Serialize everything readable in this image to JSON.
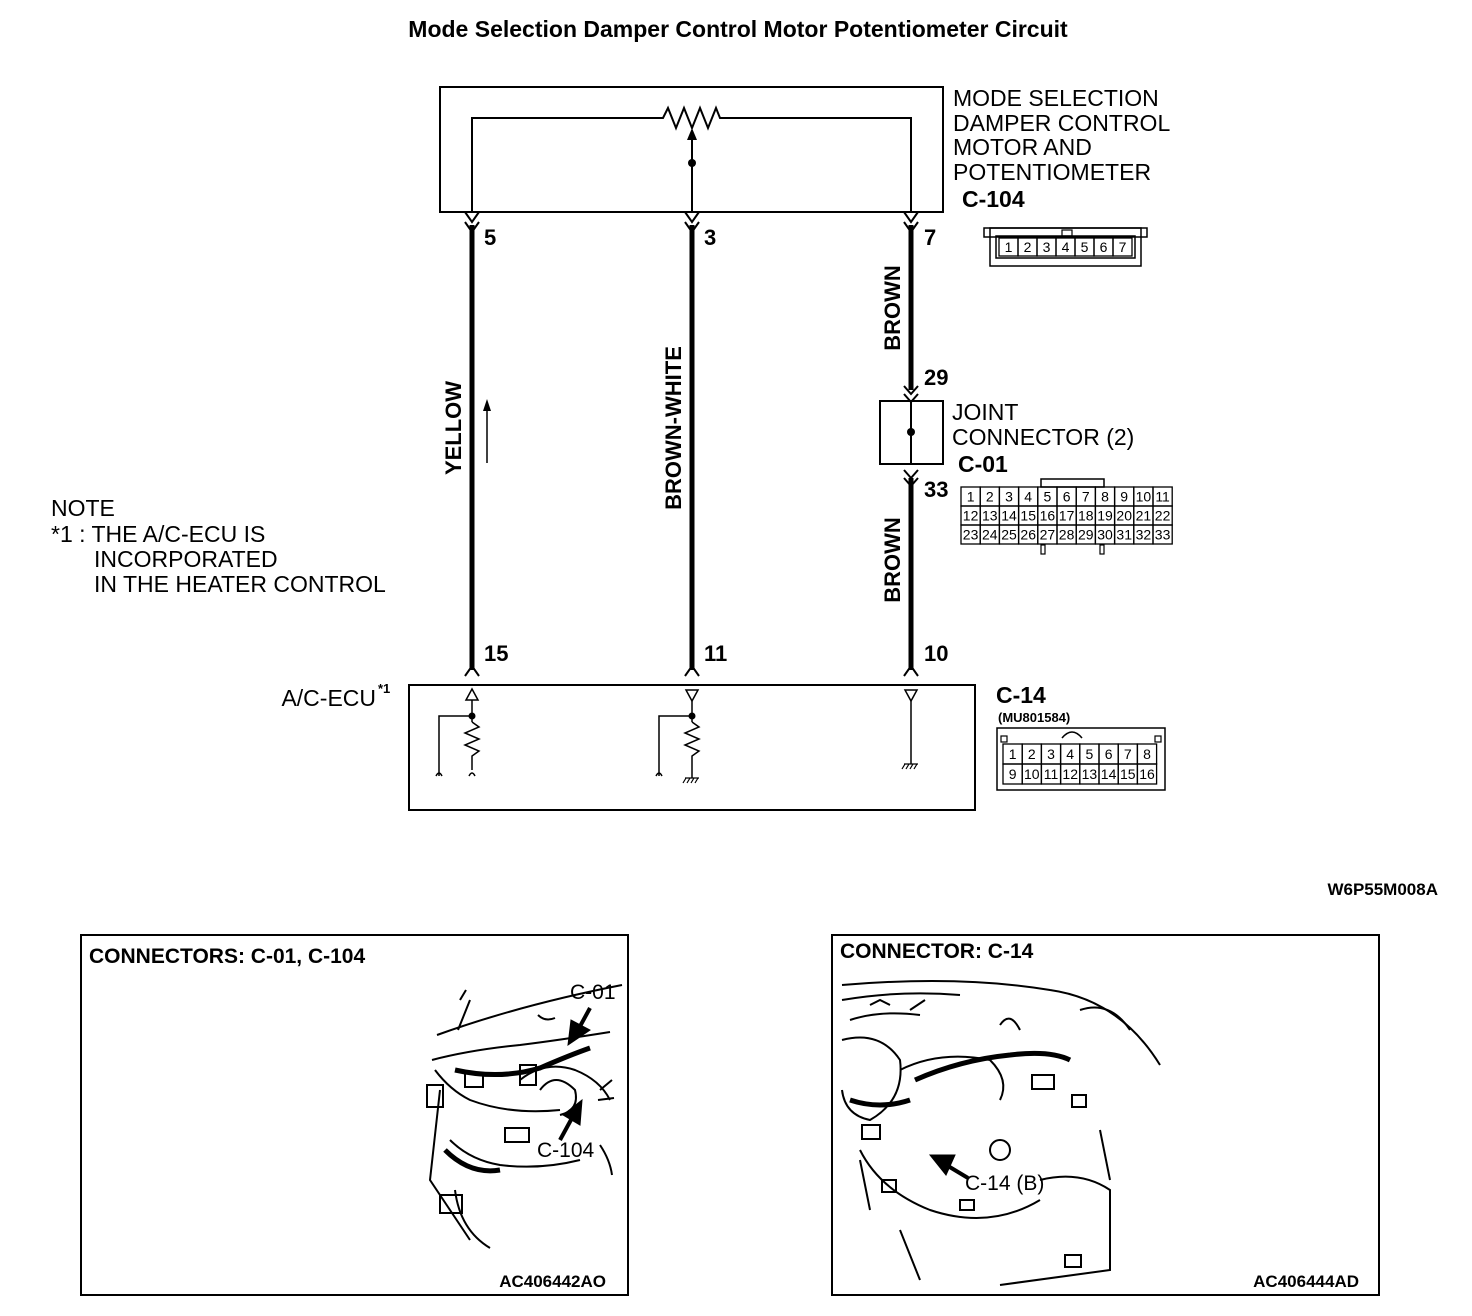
{
  "title": "Mode Selection Damper Control Motor Potentiometer Circuit",
  "motor": {
    "name_lines": [
      "MODE SELECTION",
      "DAMPER CONTROL",
      "MOTOR AND",
      "POTENTIOMETER"
    ],
    "connector": "C-104",
    "pins": [
      "5",
      "3",
      "7"
    ],
    "connector_cells": [
      "1",
      "2",
      "3",
      "4",
      "5",
      "6",
      "7"
    ]
  },
  "wires": {
    "left": "YELLOW",
    "middle": "BROWN-WHITE",
    "right_upper": "BROWN",
    "right_lower": "BROWN"
  },
  "joint": {
    "name_lines": [
      "JOINT",
      "CONNECTOR (2)"
    ],
    "connector": "C-01",
    "pin_top": "29",
    "pin_bottom": "33",
    "cells": [
      "1",
      "2",
      "3",
      "4",
      "5",
      "6",
      "7",
      "8",
      "9",
      "10",
      "11",
      "12",
      "13",
      "14",
      "15",
      "16",
      "17",
      "18",
      "19",
      "20",
      "21",
      "22",
      "23",
      "24",
      "25",
      "26",
      "27",
      "28",
      "29",
      "30",
      "31",
      "32",
      "33"
    ]
  },
  "ecu": {
    "name": "A/C-ECU",
    "superscript": "*1",
    "connector": "C-14",
    "part": "(MU801584)",
    "pins": [
      "15",
      "11",
      "10"
    ],
    "cells": [
      "1",
      "2",
      "3",
      "4",
      "5",
      "6",
      "7",
      "8",
      "9",
      "10",
      "11",
      "12",
      "13",
      "14",
      "15",
      "16"
    ]
  },
  "note": {
    "heading": "NOTE",
    "lines": [
      "*1 : THE A/C-ECU IS",
      "INCORPORATED",
      "IN THE HEATER CONTROL"
    ]
  },
  "diagram_code": "W6P55M008A",
  "panels": [
    {
      "title": "CONNECTORS: C-01, C-104",
      "labels": [
        "C-01",
        "C-104"
      ],
      "code": "AC406442AO"
    },
    {
      "title": "CONNECTOR: C-14",
      "labels": [
        "C-14 (B)"
      ],
      "code": "AC406444AD"
    }
  ]
}
